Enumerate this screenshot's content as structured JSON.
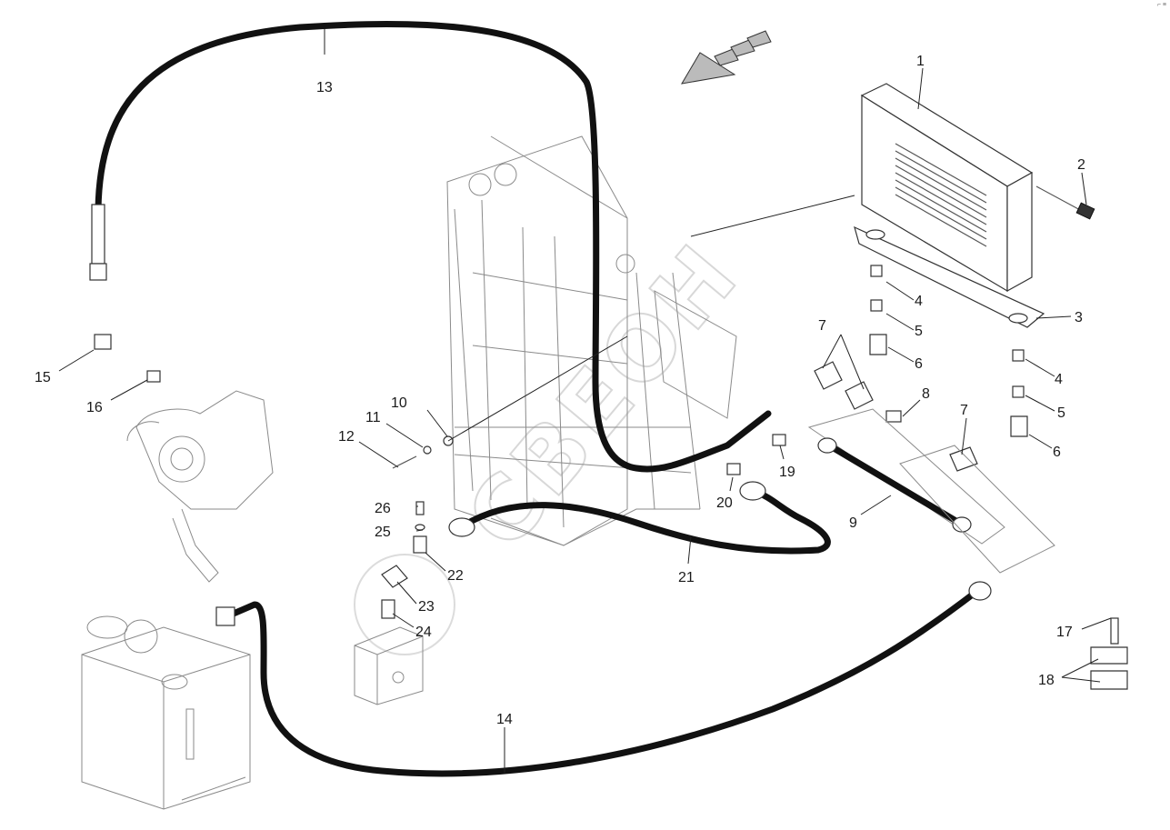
{
  "corner_mark": "⌐ ≡",
  "watermark": "СВЕОН",
  "callouts": [
    "1",
    "2",
    "3",
    "4",
    "5",
    "6",
    "7",
    "8",
    "9",
    "10",
    "11",
    "12",
    "13",
    "14",
    "15",
    "16",
    "17",
    "18",
    "19",
    "20",
    "21",
    "22",
    "23",
    "24",
    "25",
    "26"
  ],
  "callouts_repeat": {
    "4b": "4",
    "5b": "5",
    "6b": "6",
    "7b": "7"
  }
}
